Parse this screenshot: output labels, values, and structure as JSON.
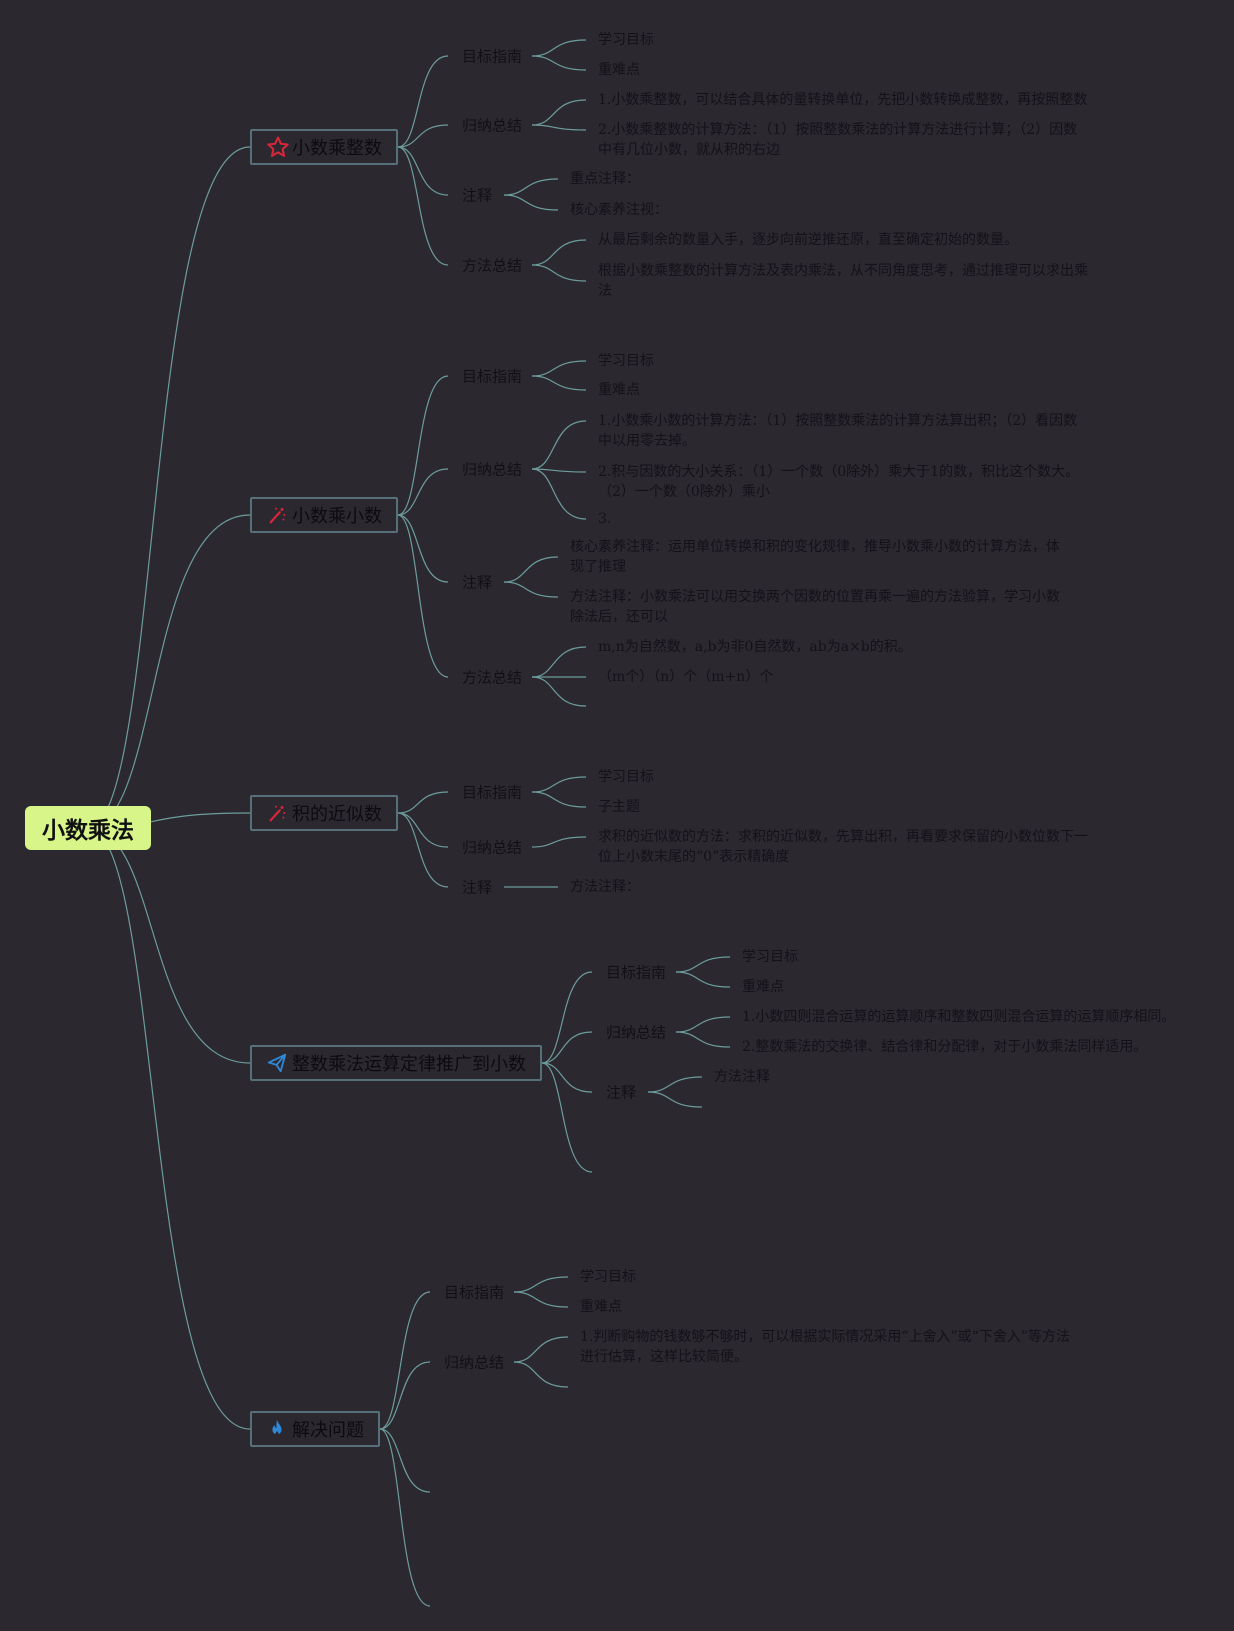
{
  "root": {
    "label": "小数乘法",
    "color": "#d8f58a"
  },
  "edge_color": "#6c9d9c",
  "branches": [
    {
      "label": "小数乘整数",
      "icon": "star-icon",
      "icon_color": "#d8263a",
      "subs": [
        {
          "label": "目标指南",
          "leaves": [
            "学习目标",
            "重难点"
          ]
        },
        {
          "label": "归纳总结",
          "leaves": [
            "1.小数乘整数，可以结合具体的量转换单位，先把小数转换成整数，再按照整数",
            "2.小数乘整数的计算方法：（1）按照整数乘法的计算方法进行计算；（2）因数中有几位小数，就从积的右边"
          ]
        },
        {
          "label": "注释",
          "leaves": [
            "重点注释：",
            "核心素养注视："
          ]
        },
        {
          "label": "方法总结",
          "leaves": [
            "从最后剩余的数量入手，逐步向前逆推还原，直至确定初始的数量。",
            "根据小数乘整数的计算方法及表内乘法，从不同角度思考，通过推理可以求出乘法"
          ]
        }
      ]
    },
    {
      "label": "小数乘小数",
      "icon": "magic-wand-icon",
      "icon_color": "#d8263a",
      "subs": [
        {
          "label": "目标指南",
          "leaves": [
            "学习目标",
            "重难点"
          ]
        },
        {
          "label": "归纳总结",
          "leaves": [
            "1.小数乘小数的计算方法：（1）按照整数乘法的计算方法算出积；（2）看因数中以用零去掉。",
            "2.积与因数的大小关系：（1）一个数（0除外）乘大于1的数，积比这个数大。（2）一个数（0除外）乘小",
            "3."
          ]
        },
        {
          "label": "注释",
          "leaves": [
            "核心素养注释：运用单位转换和积的变化规律，推导小数乘小数的计算方法，体现了推理",
            "方法注释：小数乘法可以用交换两个因数的位置再乘一遍的方法验算，学习小数除法后，还可以"
          ]
        },
        {
          "label": "方法总结",
          "leaves": [
            "m,n为自然数，a,b为非0自然数，ab为a×b的积。",
            "（m个）（n）个（m+n）个",
            ""
          ]
        }
      ]
    },
    {
      "label": "积的近似数",
      "icon": "magic-wand-icon",
      "icon_color": "#d8263a",
      "subs": [
        {
          "label": "目标指南",
          "leaves": [
            "学习目标",
            "子主题"
          ]
        },
        {
          "label": "归纳总结",
          "leaves": [
            "求积的近似数的方法：求积的近似数，先算出积，再看要求保留的小数位数下一位上小数末尾的“0”表示精确度"
          ]
        },
        {
          "label": "注释",
          "leaves": [
            "方法注释："
          ]
        }
      ]
    },
    {
      "label": "整数乘法运算定律推广到小数",
      "icon": "paper-plane-icon",
      "icon_color": "#2e88d6",
      "subs": [
        {
          "label": "目标指南",
          "leaves": [
            "学习目标",
            "重难点"
          ]
        },
        {
          "label": "归纳总结",
          "leaves": [
            "1.小数四则混合运算的运算顺序和整数四则混合运算的运算顺序相同。",
            "2.整数乘法的交换律、结合律和分配律，对于小数乘法同样适用。"
          ]
        },
        {
          "label": "注释",
          "leaves": [
            "方法注释",
            ""
          ]
        },
        {
          "label": "",
          "leaves": []
        }
      ]
    },
    {
      "label": "解决问题",
      "icon": "flame-icon",
      "icon_color": "#2e88d6",
      "subs": [
        {
          "label": "目标指南",
          "leaves": [
            "学习目标",
            "重难点"
          ]
        },
        {
          "label": "归纳总结",
          "leaves": [
            "1.判断购物的钱数够不够时，可以根据实际情况采用“上舍入”或“下舍入”等方法进行估算，这样比较简便。",
            ""
          ]
        },
        {
          "label": "",
          "leaves": []
        },
        {
          "label": "",
          "leaves": []
        }
      ]
    }
  ]
}
